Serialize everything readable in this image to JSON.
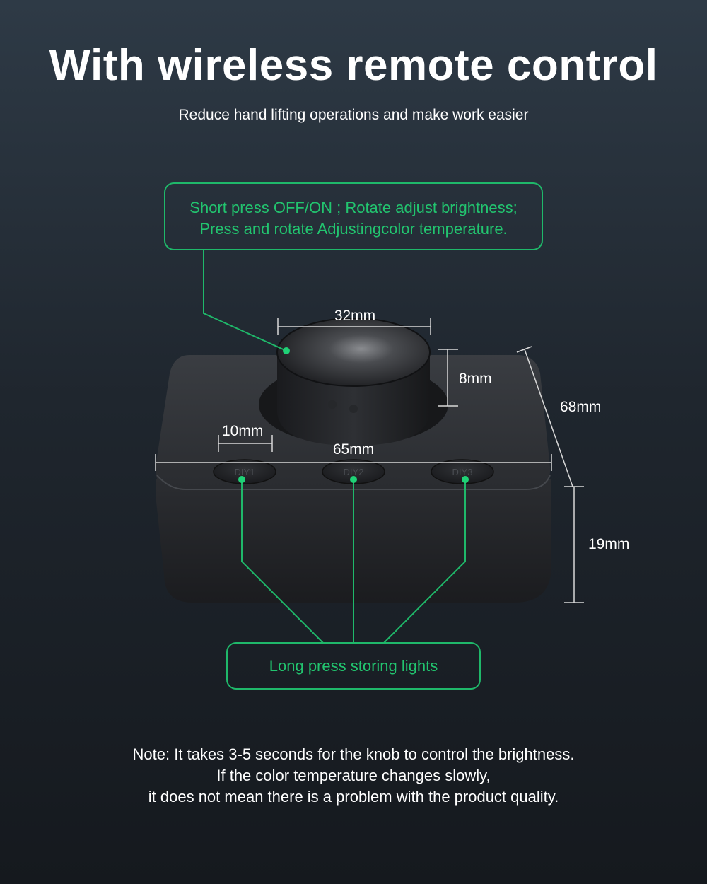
{
  "header": {
    "title": "With wireless remote control",
    "subtitle": "Reduce hand lifting operations and make work easier"
  },
  "callouts": {
    "knob": {
      "lines": [
        "Short press OFF/ON ; Rotate adjust brightness;",
        "Press and rotate Adjustingcolor temperature."
      ]
    },
    "buttons": {
      "label": "Long press storing lights"
    }
  },
  "dimensions": {
    "knob_diameter": "32mm",
    "knob_height": "8mm",
    "depth": "68mm",
    "button_diameter": "10mm",
    "width": "65mm",
    "body_height": "19mm"
  },
  "device": {
    "buttons": [
      "DIY1",
      "DIY2",
      "DIY3"
    ]
  },
  "note": {
    "lines": [
      "Note: It takes 3-5 seconds for the knob to control the brightness.",
      "If the color temperature changes slowly,",
      "it does not mean there is a problem with the product quality."
    ]
  },
  "colors": {
    "accent": "#1fb86a",
    "background": "#1f262e"
  }
}
